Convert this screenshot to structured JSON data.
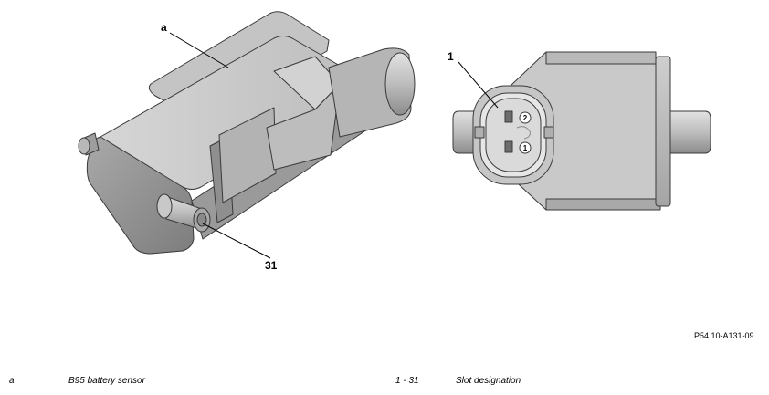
{
  "callouts": {
    "a": "a",
    "one": "1",
    "thirtyone": "31",
    "pin1": "1",
    "pin2": "2"
  },
  "reference": "P54.10-A131-09",
  "legend": [
    {
      "key": "a",
      "text": "B95 battery sensor"
    },
    {
      "key": "1 - 31",
      "text": "Slot designation"
    }
  ]
}
